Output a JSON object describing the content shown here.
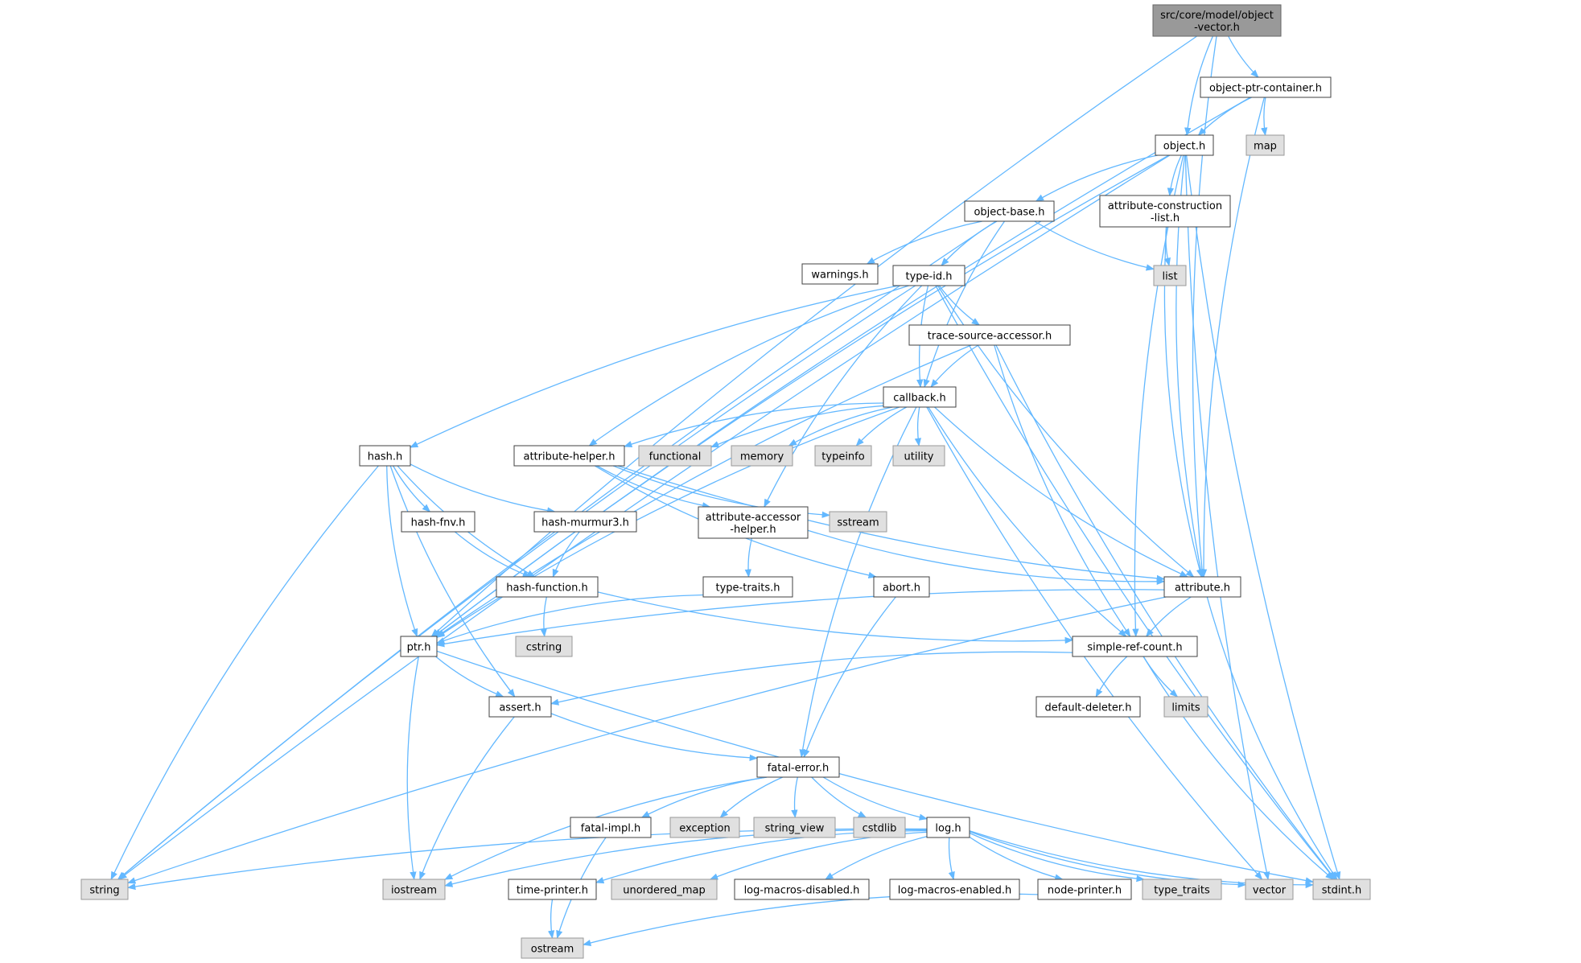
{
  "nodes": [
    {
      "id": "root",
      "lines": [
        "src/core/model/object",
        "-vector.h"
      ],
      "kind": "root"
    },
    {
      "id": "optr",
      "lines": [
        "object-ptr-container.h"
      ],
      "kind": "h"
    },
    {
      "id": "map",
      "lines": [
        "map"
      ],
      "kind": "sys"
    },
    {
      "id": "object",
      "lines": [
        "object.h"
      ],
      "kind": "h"
    },
    {
      "id": "obase",
      "lines": [
        "object-base.h"
      ],
      "kind": "h"
    },
    {
      "id": "acl",
      "lines": [
        "attribute-construction",
        "-list.h"
      ],
      "kind": "h"
    },
    {
      "id": "warnings",
      "lines": [
        "warnings.h"
      ],
      "kind": "h"
    },
    {
      "id": "typeid",
      "lines": [
        "type-id.h"
      ],
      "kind": "h"
    },
    {
      "id": "list",
      "lines": [
        "list"
      ],
      "kind": "sys"
    },
    {
      "id": "tsa",
      "lines": [
        "trace-source-accessor.h"
      ],
      "kind": "h"
    },
    {
      "id": "callback",
      "lines": [
        "callback.h"
      ],
      "kind": "h"
    },
    {
      "id": "hash",
      "lines": [
        "hash.h"
      ],
      "kind": "h"
    },
    {
      "id": "ahelper",
      "lines": [
        "attribute-helper.h"
      ],
      "kind": "h"
    },
    {
      "id": "functional",
      "lines": [
        "functional"
      ],
      "kind": "sys"
    },
    {
      "id": "memory",
      "lines": [
        "memory"
      ],
      "kind": "sys"
    },
    {
      "id": "typeinfo",
      "lines": [
        "typeinfo"
      ],
      "kind": "sys"
    },
    {
      "id": "utility",
      "lines": [
        "utility"
      ],
      "kind": "sys"
    },
    {
      "id": "hashfnv",
      "lines": [
        "hash-fnv.h"
      ],
      "kind": "h"
    },
    {
      "id": "hashm3",
      "lines": [
        "hash-murmur3.h"
      ],
      "kind": "h"
    },
    {
      "id": "aah",
      "lines": [
        "attribute-accessor",
        "-helper.h"
      ],
      "kind": "h"
    },
    {
      "id": "sstream",
      "lines": [
        "sstream"
      ],
      "kind": "sys"
    },
    {
      "id": "hashfn",
      "lines": [
        "hash-function.h"
      ],
      "kind": "h"
    },
    {
      "id": "typetraits",
      "lines": [
        "type-traits.h"
      ],
      "kind": "h"
    },
    {
      "id": "abort",
      "lines": [
        "abort.h"
      ],
      "kind": "h"
    },
    {
      "id": "attribute",
      "lines": [
        "attribute.h"
      ],
      "kind": "h"
    },
    {
      "id": "cstring",
      "lines": [
        "cstring"
      ],
      "kind": "sys"
    },
    {
      "id": "ptr",
      "lines": [
        "ptr.h"
      ],
      "kind": "h"
    },
    {
      "id": "src",
      "lines": [
        "simple-ref-count.h"
      ],
      "kind": "h"
    },
    {
      "id": "assert",
      "lines": [
        "assert.h"
      ],
      "kind": "h"
    },
    {
      "id": "dd",
      "lines": [
        "default-deleter.h"
      ],
      "kind": "h"
    },
    {
      "id": "limits",
      "lines": [
        "limits"
      ],
      "kind": "sys"
    },
    {
      "id": "fatalerr",
      "lines": [
        "fatal-error.h"
      ],
      "kind": "h"
    },
    {
      "id": "fatalimpl",
      "lines": [
        "fatal-impl.h"
      ],
      "kind": "h"
    },
    {
      "id": "exception",
      "lines": [
        "exception"
      ],
      "kind": "sys"
    },
    {
      "id": "stringview",
      "lines": [
        "string_view"
      ],
      "kind": "sys"
    },
    {
      "id": "cstdlib",
      "lines": [
        "cstdlib"
      ],
      "kind": "sys"
    },
    {
      "id": "log",
      "lines": [
        "log.h"
      ],
      "kind": "h"
    },
    {
      "id": "string",
      "lines": [
        "string"
      ],
      "kind": "sys"
    },
    {
      "id": "iostream",
      "lines": [
        "iostream"
      ],
      "kind": "sys"
    },
    {
      "id": "timeprinter",
      "lines": [
        "time-printer.h"
      ],
      "kind": "h"
    },
    {
      "id": "umap",
      "lines": [
        "unordered_map"
      ],
      "kind": "sys"
    },
    {
      "id": "lmd",
      "lines": [
        "log-macros-disabled.h"
      ],
      "kind": "h"
    },
    {
      "id": "lme",
      "lines": [
        "log-macros-enabled.h"
      ],
      "kind": "h"
    },
    {
      "id": "nodeprinter",
      "lines": [
        "node-printer.h"
      ],
      "kind": "h"
    },
    {
      "id": "typetraitsstd",
      "lines": [
        "type_traits"
      ],
      "kind": "sys"
    },
    {
      "id": "vector",
      "lines": [
        "vector"
      ],
      "kind": "sys"
    },
    {
      "id": "stdint",
      "lines": [
        "stdint.h"
      ],
      "kind": "sys"
    },
    {
      "id": "ostream",
      "lines": [
        "ostream"
      ],
      "kind": "sys"
    }
  ],
  "edges": [
    [
      "root",
      "optr"
    ],
    [
      "root",
      "object"
    ],
    [
      "root",
      "attribute"
    ],
    [
      "root",
      "ptr"
    ],
    [
      "optr",
      "map"
    ],
    [
      "optr",
      "object"
    ],
    [
      "optr",
      "attribute"
    ],
    [
      "optr",
      "ptr"
    ],
    [
      "object",
      "obase"
    ],
    [
      "object",
      "acl"
    ],
    [
      "object",
      "attribute"
    ],
    [
      "object",
      "src"
    ],
    [
      "object",
      "ptr"
    ],
    [
      "object",
      "string"
    ],
    [
      "object",
      "vector"
    ],
    [
      "object",
      "stdint"
    ],
    [
      "obase",
      "warnings"
    ],
    [
      "obase",
      "typeid"
    ],
    [
      "obase",
      "list"
    ],
    [
      "obase",
      "callback"
    ],
    [
      "obase",
      "string"
    ],
    [
      "acl",
      "list"
    ],
    [
      "acl",
      "attribute"
    ],
    [
      "typeid",
      "tsa"
    ],
    [
      "typeid",
      "callback"
    ],
    [
      "typeid",
      "hash"
    ],
    [
      "typeid",
      "ahelper"
    ],
    [
      "typeid",
      "aah"
    ],
    [
      "typeid",
      "attribute"
    ],
    [
      "typeid",
      "string"
    ],
    [
      "typeid",
      "stdint"
    ],
    [
      "tsa",
      "callback"
    ],
    [
      "tsa",
      "ptr"
    ],
    [
      "tsa",
      "src"
    ],
    [
      "tsa",
      "stdint"
    ],
    [
      "callback",
      "ahelper"
    ],
    [
      "callback",
      "functional"
    ],
    [
      "callback",
      "memory"
    ],
    [
      "callback",
      "typeinfo"
    ],
    [
      "callback",
      "utility"
    ],
    [
      "callback",
      "attribute"
    ],
    [
      "callback",
      "src"
    ],
    [
      "callback",
      "fatalerr"
    ],
    [
      "callback",
      "vector"
    ],
    [
      "callback",
      "ptr"
    ],
    [
      "hash",
      "hashfnv"
    ],
    [
      "hash",
      "hashm3"
    ],
    [
      "hash",
      "hashfn"
    ],
    [
      "hash",
      "ptr"
    ],
    [
      "hash",
      "assert"
    ],
    [
      "hash",
      "string"
    ],
    [
      "hashfnv",
      "hashfn"
    ],
    [
      "hashm3",
      "hashfn"
    ],
    [
      "hashfn",
      "cstring"
    ],
    [
      "hashfn",
      "src"
    ],
    [
      "ahelper",
      "aah"
    ],
    [
      "ahelper",
      "sstream"
    ],
    [
      "ahelper",
      "abort"
    ],
    [
      "ahelper",
      "attribute"
    ],
    [
      "aah",
      "typetraits"
    ],
    [
      "aah",
      "attribute"
    ],
    [
      "typetraits",
      "ptr"
    ],
    [
      "abort",
      "fatalerr"
    ],
    [
      "attribute",
      "ptr"
    ],
    [
      "attribute",
      "src"
    ],
    [
      "attribute",
      "string"
    ],
    [
      "attribute",
      "stdint"
    ],
    [
      "ptr",
      "assert"
    ],
    [
      "ptr",
      "iostream"
    ],
    [
      "ptr",
      "stdint"
    ],
    [
      "src",
      "assert"
    ],
    [
      "src",
      "dd"
    ],
    [
      "src",
      "limits"
    ],
    [
      "src",
      "stdint"
    ],
    [
      "assert",
      "fatalerr"
    ],
    [
      "assert",
      "iostream"
    ],
    [
      "fatalerr",
      "fatalimpl"
    ],
    [
      "fatalerr",
      "exception"
    ],
    [
      "fatalerr",
      "stringview"
    ],
    [
      "fatalerr",
      "cstdlib"
    ],
    [
      "fatalerr",
      "log"
    ],
    [
      "fatalerr",
      "iostream"
    ],
    [
      "fatalimpl",
      "ostream"
    ],
    [
      "log",
      "string"
    ],
    [
      "log",
      "iostream"
    ],
    [
      "log",
      "timeprinter"
    ],
    [
      "log",
      "umap"
    ],
    [
      "log",
      "lmd"
    ],
    [
      "log",
      "lme"
    ],
    [
      "log",
      "nodeprinter"
    ],
    [
      "log",
      "typetraitsstd"
    ],
    [
      "log",
      "vector"
    ],
    [
      "log",
      "stdint"
    ],
    [
      "timeprinter",
      "ostream"
    ],
    [
      "nodeprinter",
      "ostream"
    ]
  ],
  "colors": {
    "edge": "#63b8ff",
    "node_border": "#404040",
    "root_fill": "#999999",
    "system_fill": "#e0e0e0",
    "node_fill": "#ffffff"
  }
}
